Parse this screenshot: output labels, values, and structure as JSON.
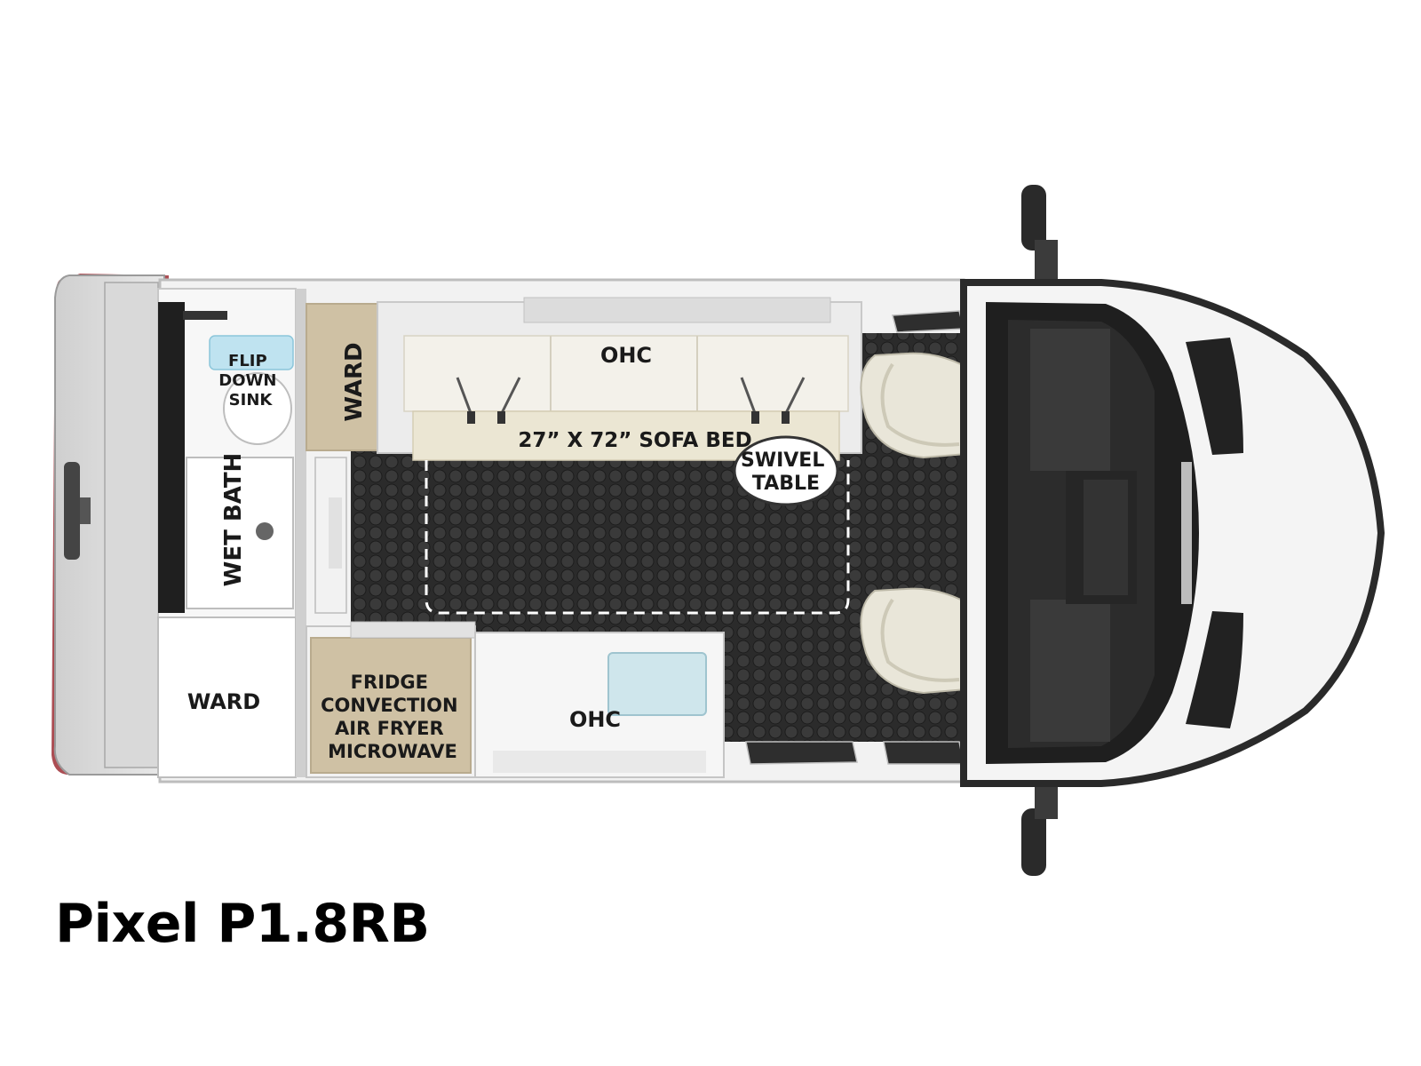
{
  "model": "Pixel P1.8RB",
  "labels": {
    "flip_down_sink": [
      "FLIP",
      "DOWN",
      "SINK"
    ],
    "ward_rear_upper": "WARD",
    "ohc_top": "OHC",
    "sofa_bed": "27” X 72” SOFA BED",
    "swivel_table": [
      "SWIVEL",
      "TABLE"
    ],
    "wet_bath": "WET BATH",
    "ward_rear_lower": "WARD",
    "appliances": [
      "FRIDGE",
      "CONVECTION",
      "AIR FRYER",
      "MICROWAVE"
    ],
    "ohc_bottom": "OHC"
  },
  "colors": {
    "floor": "#2a2a2a",
    "cabinet_tan": "#cfc1a4",
    "upholstery": "#ebe6d3",
    "body_white": "#f4f4f4",
    "trim_dark": "#222222"
  }
}
